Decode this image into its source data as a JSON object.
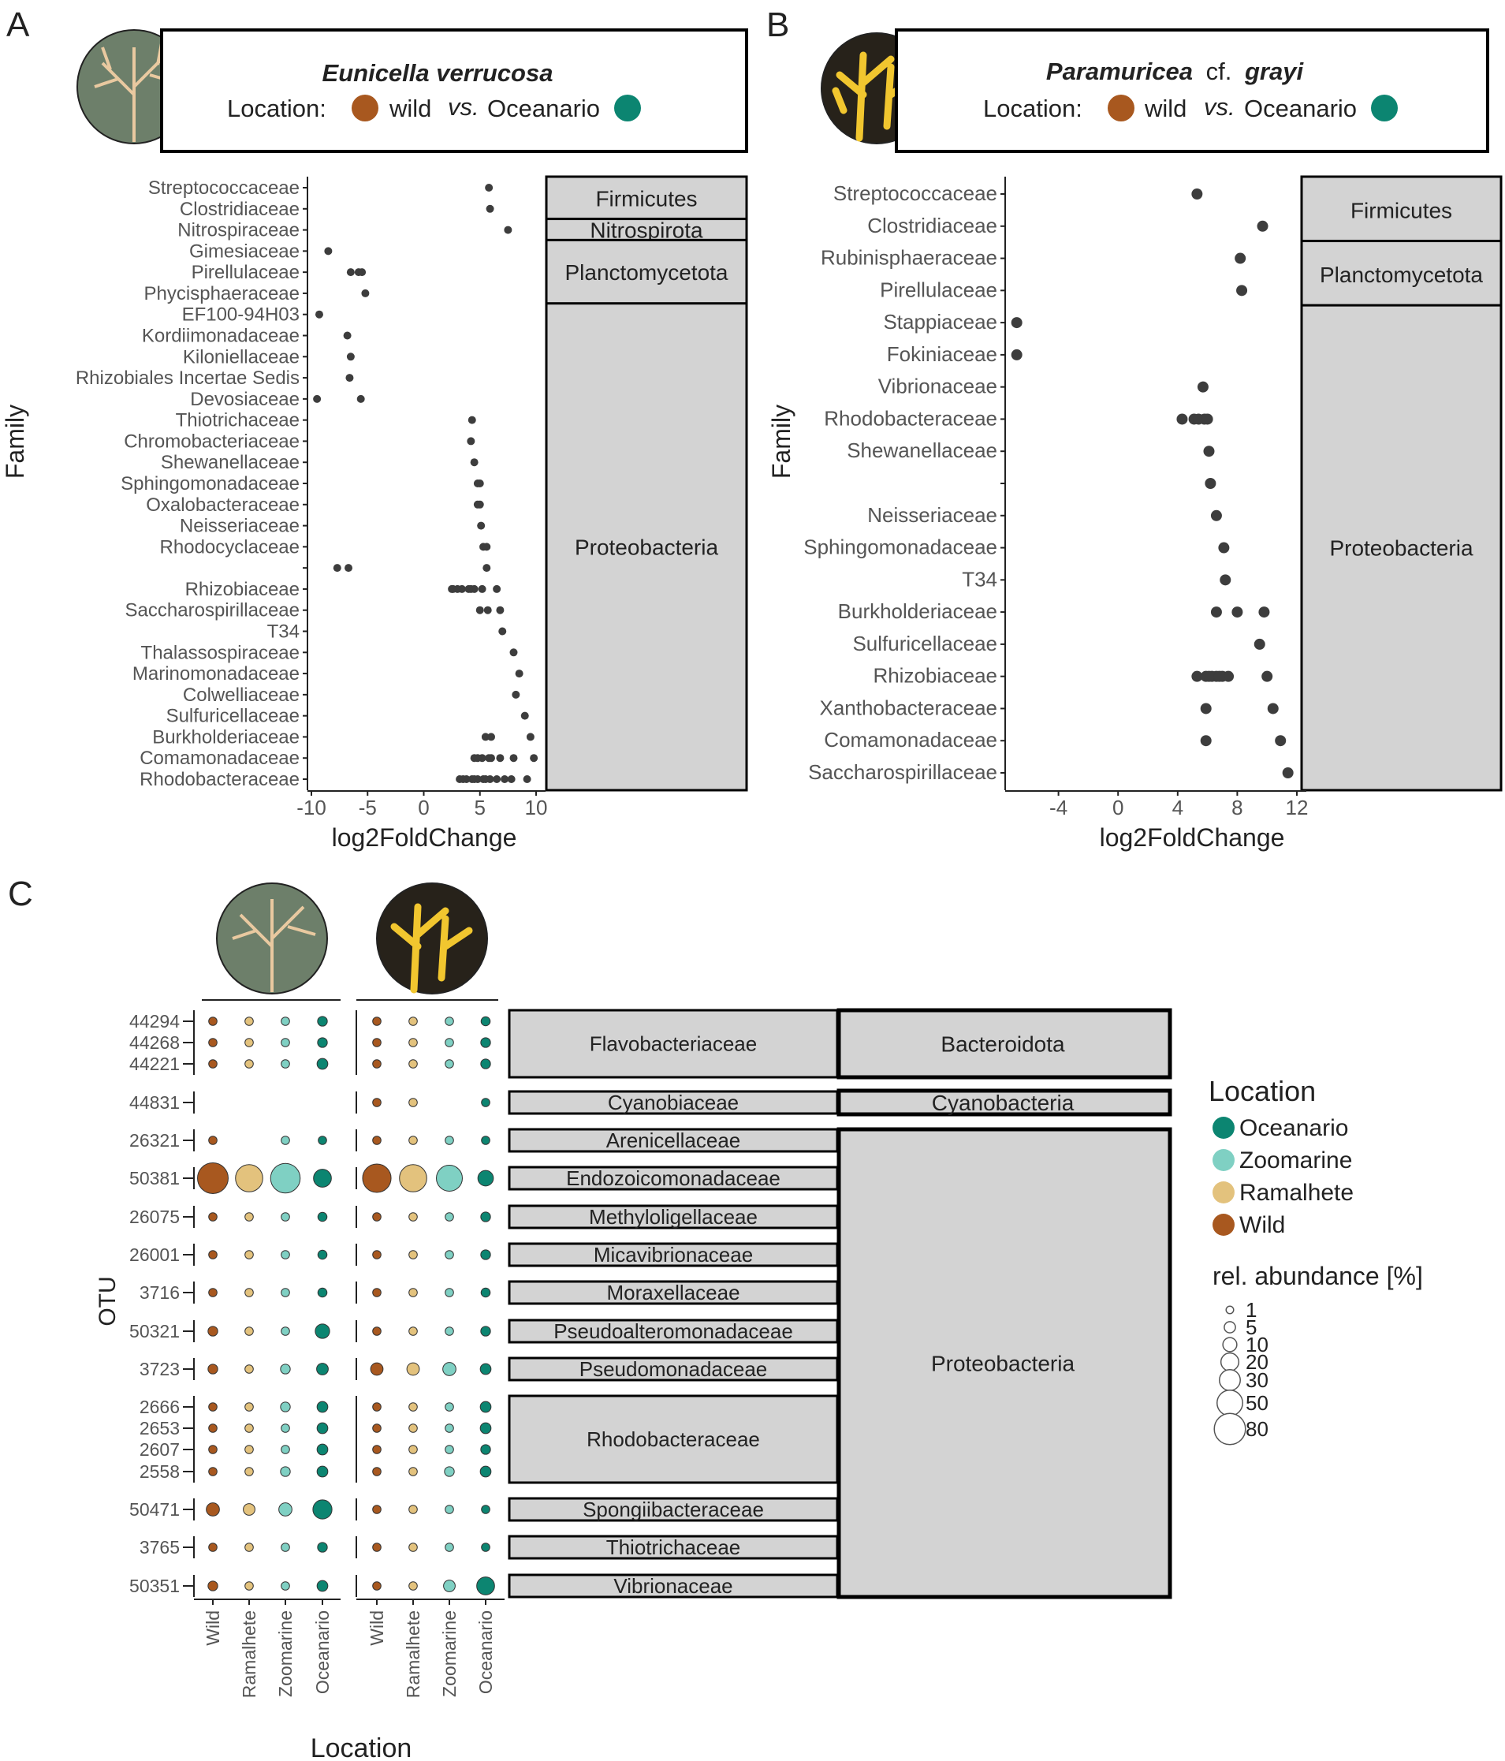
{
  "panels": {
    "a": "A",
    "b": "B",
    "c": "C"
  },
  "colors": {
    "wild": "#a8581f",
    "ramalhete": "#e3c27d",
    "zoomarine": "#7fd0c3",
    "oceanario": "#0c8571",
    "dot": "#3d3d3d",
    "strip": "#d3d3d3"
  },
  "chart_data": [
    {
      "type": "scatter",
      "panel": "A",
      "species_title": "Eunicella verrucosa",
      "location_label": "Location:",
      "wild_label": "wild",
      "vs_label": "vs.",
      "oceanario_label": "Oceanario",
      "xlabel": "log2FoldChange",
      "ylabel": "Family",
      "xlim": [
        -10,
        10
      ],
      "xticks": [
        "-10",
        "-5",
        "0",
        "5",
        "10"
      ],
      "families": [
        "Streptococcaceae",
        "Clostridiaceae",
        "Nitrospiraceae",
        "Gimesiaceae",
        "Pirellulaceae",
        "Phycisphaeraceae",
        "EF100-94H03",
        "Kordiimonadaceae",
        "Kiloniellaceae",
        "Rhizobiales Incertae Sedis",
        "Devosiaceae",
        "Thiotrichaceae",
        "Chromobacteriaceae",
        "Shewanellaceae",
        "Sphingomonadaceae",
        "Oxalobacteraceae",
        "Neisseriaceae",
        "Rhodocyclaceae",
        "",
        "Rhizobiaceae",
        "Saccharospirillaceae",
        "T34",
        "Thalassospiraceae",
        "Marinomonadaceae",
        "Colwelliaceae",
        "Sulfuricellaceae",
        "Burkholderiaceae",
        "Comamonadaceae",
        "Rhodobacteraceae"
      ],
      "phyla": [
        {
          "name": "Firmicutes",
          "rows": [
            0,
            1
          ]
        },
        {
          "name": "Nitrospirota",
          "rows": [
            2,
            2
          ]
        },
        {
          "name": "Planctomycetota",
          "rows": [
            3,
            5
          ]
        },
        {
          "name": "Proteobacteria",
          "rows": [
            6,
            28
          ]
        }
      ],
      "points": [
        [
          0,
          5.8
        ],
        [
          1,
          5.9
        ],
        [
          2,
          7.5
        ],
        [
          3,
          -8.5
        ],
        [
          4,
          -5.5
        ],
        [
          4,
          -6.5
        ],
        [
          4,
          -5.8
        ],
        [
          5,
          -5.2
        ],
        [
          6,
          -9.3
        ],
        [
          7,
          -6.8
        ],
        [
          8,
          -6.5
        ],
        [
          9,
          -6.6
        ],
        [
          10,
          -9.5
        ],
        [
          10,
          -5.6
        ],
        [
          11,
          4.3
        ],
        [
          12,
          4.2
        ],
        [
          13,
          4.5
        ],
        [
          14,
          4.8
        ],
        [
          14,
          5.0
        ],
        [
          15,
          4.8
        ],
        [
          15,
          5.0
        ],
        [
          16,
          5.1
        ],
        [
          17,
          5.3
        ],
        [
          17,
          5.6
        ],
        [
          18,
          -7.7
        ],
        [
          18,
          -6.7
        ],
        [
          18,
          5.6
        ],
        [
          19,
          2.6
        ],
        [
          19,
          3.4
        ],
        [
          19,
          4.2
        ],
        [
          19,
          4.5
        ],
        [
          19,
          5.2
        ],
        [
          19,
          6.5
        ],
        [
          19,
          2.5
        ],
        [
          19,
          3.0
        ],
        [
          19,
          4.0
        ],
        [
          20,
          5.0
        ],
        [
          20,
          5.7
        ],
        [
          20,
          6.8
        ],
        [
          21,
          7.0
        ],
        [
          22,
          8.0
        ],
        [
          23,
          8.5
        ],
        [
          24,
          8.2
        ],
        [
          25,
          9.0
        ],
        [
          26,
          5.5
        ],
        [
          26,
          6.0
        ],
        [
          26,
          9.5
        ],
        [
          27,
          4.5
        ],
        [
          27,
          5.2
        ],
        [
          27,
          6.0
        ],
        [
          27,
          6.8
        ],
        [
          27,
          8.0
        ],
        [
          27,
          9.8
        ],
        [
          27,
          4.8
        ],
        [
          27,
          5.8
        ],
        [
          28,
          3.2
        ],
        [
          28,
          3.8
        ],
        [
          28,
          4.3
        ],
        [
          28,
          4.8
        ],
        [
          28,
          5.3
        ],
        [
          28,
          5.9
        ],
        [
          28,
          6.5
        ],
        [
          28,
          7.2
        ],
        [
          28,
          7.8
        ],
        [
          28,
          3.5
        ],
        [
          28,
          4.5
        ],
        [
          28,
          5.5
        ],
        [
          28,
          9.2
        ]
      ]
    },
    {
      "type": "scatter",
      "panel": "B",
      "species_title": "Paramuricea",
      "species_cf": "cf.",
      "species_epithet": "grayi",
      "location_label": "Location:",
      "wild_label": "wild",
      "vs_label": "vs.",
      "oceanario_label": "Oceanario",
      "xlabel": "log2FoldChange",
      "ylabel": "Family",
      "xlim": [
        -8,
        12
      ],
      "xticks": [
        "-4",
        "0",
        "4",
        "8",
        "12"
      ],
      "families": [
        "Streptococcaceae",
        "Clostridiaceae",
        "Rubinisphaeraceae",
        "Pirellulaceae",
        "Stappiaceae",
        "Fokiniaceae",
        "Vibrionaceae",
        "Rhodobacteraceae",
        "Shewanellaceae",
        "",
        "Neisseriaceae",
        "Sphingomonadaceae",
        "T34",
        "Burkholderiaceae",
        "Sulfuricellaceae",
        "Rhizobiaceae",
        "Xanthobacteraceae",
        "Comamonadaceae",
        "Saccharospirillaceae"
      ],
      "phyla": [
        {
          "name": "Firmicutes",
          "rows": [
            0,
            1
          ]
        },
        {
          "name": "Planctomycetota",
          "rows": [
            2,
            3
          ]
        },
        {
          "name": "Proteobacteria",
          "rows": [
            4,
            18
          ]
        }
      ],
      "points": [
        [
          0,
          5.3
        ],
        [
          1,
          9.7
        ],
        [
          2,
          8.2
        ],
        [
          3,
          8.3
        ],
        [
          4,
          -6.8
        ],
        [
          5,
          -6.8
        ],
        [
          6,
          5.7
        ],
        [
          7,
          4.3
        ],
        [
          7,
          5.1
        ],
        [
          7,
          5.8
        ],
        [
          7,
          5.4
        ],
        [
          7,
          6.0
        ],
        [
          8,
          6.1
        ],
        [
          9,
          6.2
        ],
        [
          10,
          6.6
        ],
        [
          11,
          7.1
        ],
        [
          12,
          7.2
        ],
        [
          13,
          6.6
        ],
        [
          13,
          8.0
        ],
        [
          13,
          9.8
        ],
        [
          14,
          9.5
        ],
        [
          15,
          5.3
        ],
        [
          15,
          5.9
        ],
        [
          15,
          6.3
        ],
        [
          15,
          6.6
        ],
        [
          15,
          7.0
        ],
        [
          15,
          7.4
        ],
        [
          15,
          10.0
        ],
        [
          15,
          6.1
        ],
        [
          15,
          6.8
        ],
        [
          16,
          5.9
        ],
        [
          16,
          10.4
        ],
        [
          17,
          5.9
        ],
        [
          17,
          10.9
        ],
        [
          18,
          11.4
        ]
      ]
    },
    {
      "type": "bubble",
      "panel": "C",
      "xlabel": "Location",
      "ylabel": "OTU",
      "locations": [
        "Wild",
        "Ramalhete",
        "Zoomarine",
        "Oceanario"
      ],
      "otus": [
        "44294",
        "44268",
        "44221",
        "44831",
        "26321",
        "50381",
        "26075",
        "26001",
        "3716",
        "50321",
        "3723",
        "2666",
        "2653",
        "2607",
        "2558",
        "50471",
        "3765",
        "50351"
      ],
      "families": [
        {
          "name": "Flavobacteriaceae",
          "rows": [
            0,
            2
          ]
        },
        {
          "name": "Cyanobiaceae",
          "rows": [
            3,
            3
          ]
        },
        {
          "name": "Arenicellaceae",
          "rows": [
            4,
            4
          ]
        },
        {
          "name": "Endozoicomonadaceae",
          "rows": [
            5,
            5
          ]
        },
        {
          "name": "Methyloligellaceae",
          "rows": [
            6,
            6
          ]
        },
        {
          "name": "Micavibrionaceae",
          "rows": [
            7,
            7
          ]
        },
        {
          "name": "Moraxellaceae",
          "rows": [
            8,
            8
          ]
        },
        {
          "name": "Pseudoalteromonadaceae",
          "rows": [
            9,
            9
          ]
        },
        {
          "name": "Pseudomonadaceae",
          "rows": [
            10,
            10
          ]
        },
        {
          "name": "Rhodobacteraceae",
          "rows": [
            11,
            14
          ]
        },
        {
          "name": "Spongiibacteraceae",
          "rows": [
            15,
            15
          ]
        },
        {
          "name": "Thiotrichaceae",
          "rows": [
            16,
            16
          ]
        },
        {
          "name": "Vibrionaceae",
          "rows": [
            17,
            17
          ]
        }
      ],
      "phyla": [
        {
          "name": "Bacteroidota",
          "rows": [
            0,
            2
          ]
        },
        {
          "name": "Cyanobacteria",
          "rows": [
            3,
            3
          ]
        },
        {
          "name": "Proteobacteria",
          "rows": [
            4,
            17
          ]
        }
      ],
      "abundance_E": [
        [
          1,
          1,
          1,
          2
        ],
        [
          1,
          1,
          1,
          2
        ],
        [
          1,
          1,
          1,
          3
        ],
        [
          0,
          0,
          0,
          0
        ],
        [
          1,
          0,
          1,
          1
        ],
        [
          60,
          45,
          55,
          15
        ],
        [
          1,
          1,
          1,
          1.5
        ],
        [
          1,
          1,
          1,
          1.5
        ],
        [
          1,
          1,
          1,
          1.5
        ],
        [
          2,
          1,
          1,
          8
        ],
        [
          2,
          1,
          2,
          4
        ],
        [
          1,
          1,
          2,
          3
        ],
        [
          1,
          1,
          1,
          3
        ],
        [
          1,
          1,
          1,
          3
        ],
        [
          1,
          1,
          2,
          3
        ],
        [
          6,
          4,
          6,
          18
        ],
        [
          1,
          1,
          1,
          2
        ],
        [
          2,
          1,
          1,
          3
        ]
      ],
      "abundance_P": [
        [
          1,
          1,
          1,
          1.5
        ],
        [
          1,
          1,
          1,
          2
        ],
        [
          1,
          1,
          1,
          2
        ],
        [
          1,
          1,
          0,
          1
        ],
        [
          1,
          1,
          1,
          1
        ],
        [
          50,
          45,
          40,
          10
        ],
        [
          1,
          1,
          1,
          2
        ],
        [
          1,
          1,
          1,
          2
        ],
        [
          1,
          1,
          1,
          1.5
        ],
        [
          1,
          1,
          1,
          2
        ],
        [
          5,
          5,
          6,
          3
        ],
        [
          1,
          1,
          1,
          3
        ],
        [
          1,
          1,
          1,
          3
        ],
        [
          1,
          1,
          1,
          2
        ],
        [
          1,
          1,
          2,
          3
        ],
        [
          1,
          1,
          1,
          1
        ],
        [
          1,
          1,
          1,
          1
        ],
        [
          1,
          1,
          4,
          15
        ]
      ],
      "legend_title": "Location",
      "legend_entries": [
        "Oceanario",
        "Zoomarine",
        "Ramalhete",
        "Wild"
      ],
      "size_title": "rel. abundance [%]",
      "size_values": [
        1,
        5,
        10,
        20,
        30,
        50,
        80
      ]
    }
  ]
}
